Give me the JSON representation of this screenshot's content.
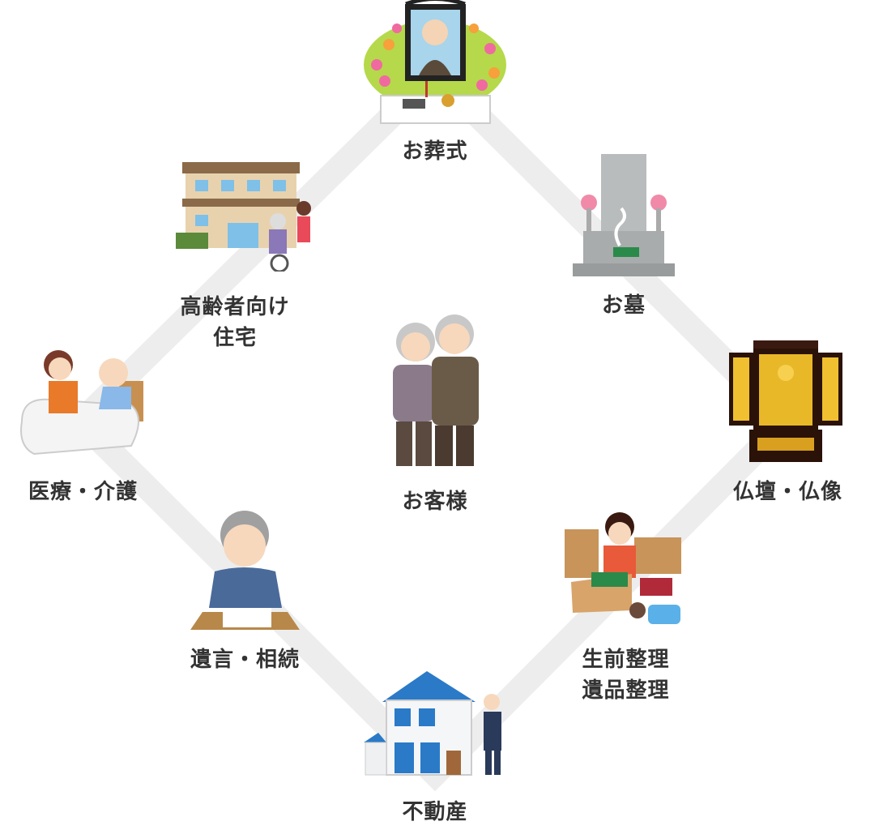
{
  "colors": {
    "connector": "#ededed",
    "text": "#333333"
  },
  "center": {
    "label": "お客様",
    "icon": "elderly-couple-icon"
  },
  "nodes": [
    {
      "id": "funeral",
      "label": "お葬式",
      "icon": "funeral-altar-icon"
    },
    {
      "id": "grave",
      "label": "お墓",
      "icon": "gravestone-icon"
    },
    {
      "id": "butsudan",
      "label": "仏壇・仏像",
      "icon": "buddhist-altar-icon"
    },
    {
      "id": "organizing",
      "label_line1": "生前整理",
      "label_line2": "遺品整理",
      "icon": "moving-boxes-icon"
    },
    {
      "id": "realestate",
      "label": "不動産",
      "icon": "house-agent-icon"
    },
    {
      "id": "will",
      "label": "遺言・相続",
      "icon": "writing-will-icon"
    },
    {
      "id": "care",
      "label": "医療・介護",
      "icon": "nursing-care-icon"
    },
    {
      "id": "housing",
      "label_line1": "高齢者向け",
      "label_line2": "住宅",
      "icon": "senior-housing-icon"
    }
  ]
}
